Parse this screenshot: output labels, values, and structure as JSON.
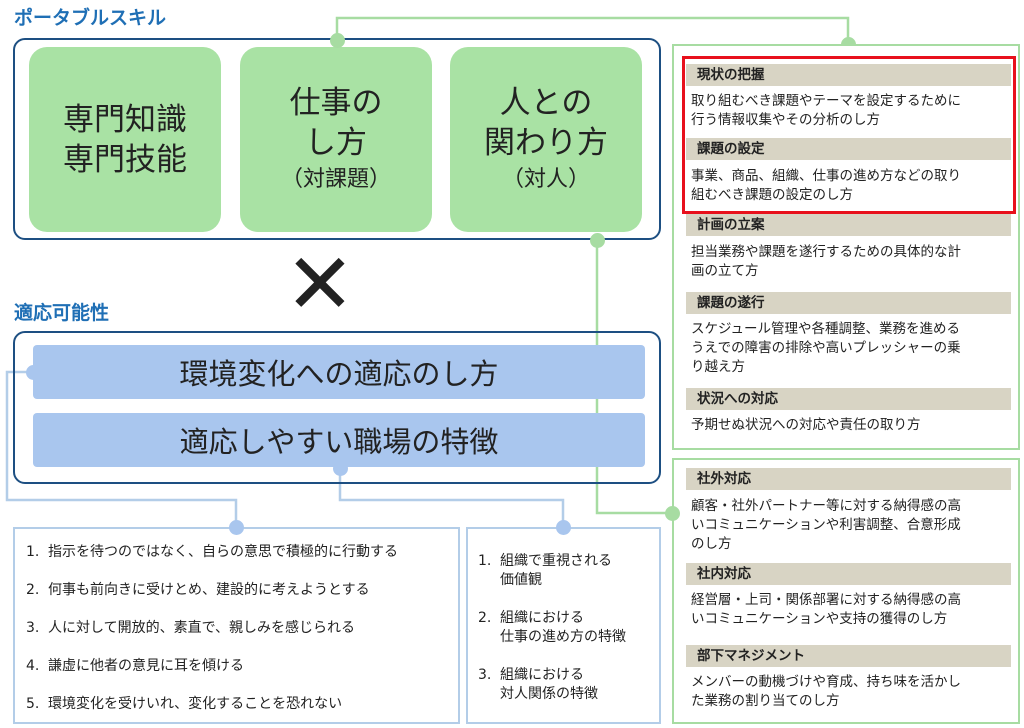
{
  "portable": {
    "title": "ポータブルスキル",
    "cards": [
      {
        "main": [
          "専門知識",
          "専門技能"
        ],
        "sub": ""
      },
      {
        "main": [
          "仕事の",
          "し方"
        ],
        "sub": "（対課題）"
      },
      {
        "main": [
          "人との",
          "関わり方"
        ],
        "sub": "（対人）"
      }
    ]
  },
  "cross_symbol": "✕",
  "adapt": {
    "title": "適応可能性",
    "bars": [
      "環境変化への適応のし方",
      "適応しやすい職場の特徴"
    ]
  },
  "personal_traits": [
    {
      "num": "1.",
      "text": "指示を待つのではなく、自らの意思で積極的に行動する"
    },
    {
      "num": "2.",
      "text": "何事も前向きに受けとめ、建設的に考えようとする"
    },
    {
      "num": "3.",
      "text": "人に対して開放的、素直で、親しみを感じられる"
    },
    {
      "num": "4.",
      "text": "謙虚に他者の意見に耳を傾ける"
    },
    {
      "num": "5.",
      "text": "環境変化を受けいれ、変化することを恐れない"
    }
  ],
  "workplace_traits": [
    {
      "num": "1.",
      "lines": [
        "組織で重視される",
        "価値観"
      ]
    },
    {
      "num": "2.",
      "lines": [
        "組織における",
        "仕事の進め方の特徴"
      ]
    },
    {
      "num": "3.",
      "lines": [
        "組織における",
        "対人関係の特徴"
      ]
    }
  ],
  "task_skills": [
    {
      "head": "現状の把握",
      "desc": [
        "取り組むべき課題やテーマを設定するために",
        "行う情報収集やその分析のし方"
      ]
    },
    {
      "head": "課題の設定",
      "desc": [
        "事業、商品、組織、仕事の進め方などの取り",
        "組むべき課題の設定のし方"
      ]
    },
    {
      "head": "計画の立案",
      "desc": [
        "担当業務や課題を遂行するための具体的な計",
        "画の立て方"
      ]
    },
    {
      "head": "課題の遂行",
      "desc": [
        "スケジュール管理や各種調整、業務を進める",
        "うえでの障害の排除や高いプレッシャーの乗",
        "り越え方"
      ]
    },
    {
      "head": "状況への対応",
      "desc": [
        "予期せぬ状況への対応や責任の取り方"
      ]
    }
  ],
  "people_skills": [
    {
      "head": "社外対応",
      "desc": [
        "顧客・社外パートナー等に対する納得感の高",
        "いコミュニケーションや利害調整、合意形成",
        "のし方"
      ]
    },
    {
      "head": "社内対応",
      "desc": [
        "経営層・上司・関係部署に対する納得感の高",
        "いコミュニケーションや支持の獲得のし方"
      ]
    },
    {
      "head": "部下マネジメント",
      "desc": [
        "メンバーの動機づけや育成、持ち味を活かし",
        "た業務の割り当てのし方"
      ]
    }
  ],
  "colors": {
    "title_blue": "#1f6fb5",
    "frame_blue": "#1d4f82",
    "card_green": "#a9e2a4",
    "bar_blue": "#a9c6ee",
    "line_green": "#a7dca2",
    "line_blue": "#b3cde8",
    "head_beige": "#d8d4c4",
    "highlight_red": "#e8101c"
  }
}
